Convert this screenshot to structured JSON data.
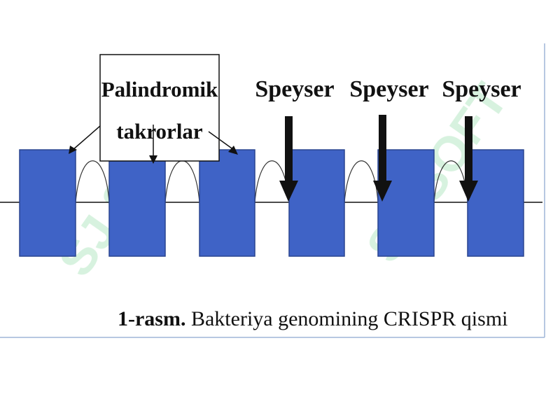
{
  "colors": {
    "block_fill": "#3F63C6",
    "block_stroke": "#2A4590",
    "line": "#111111",
    "watermark": "#8ED9A3",
    "frame": "#9FB6D9"
  },
  "callout": {
    "line1": "Palindromik",
    "line2": "takrorlar"
  },
  "spacer_labels": [
    "Speyser",
    "Speyser",
    "Speyser"
  ],
  "caption": {
    "bold": "1-rasm.",
    "text": " Bakteriya genomining CRISPR qismi"
  },
  "watermark": {
    "text": "SJ SOFT"
  }
}
